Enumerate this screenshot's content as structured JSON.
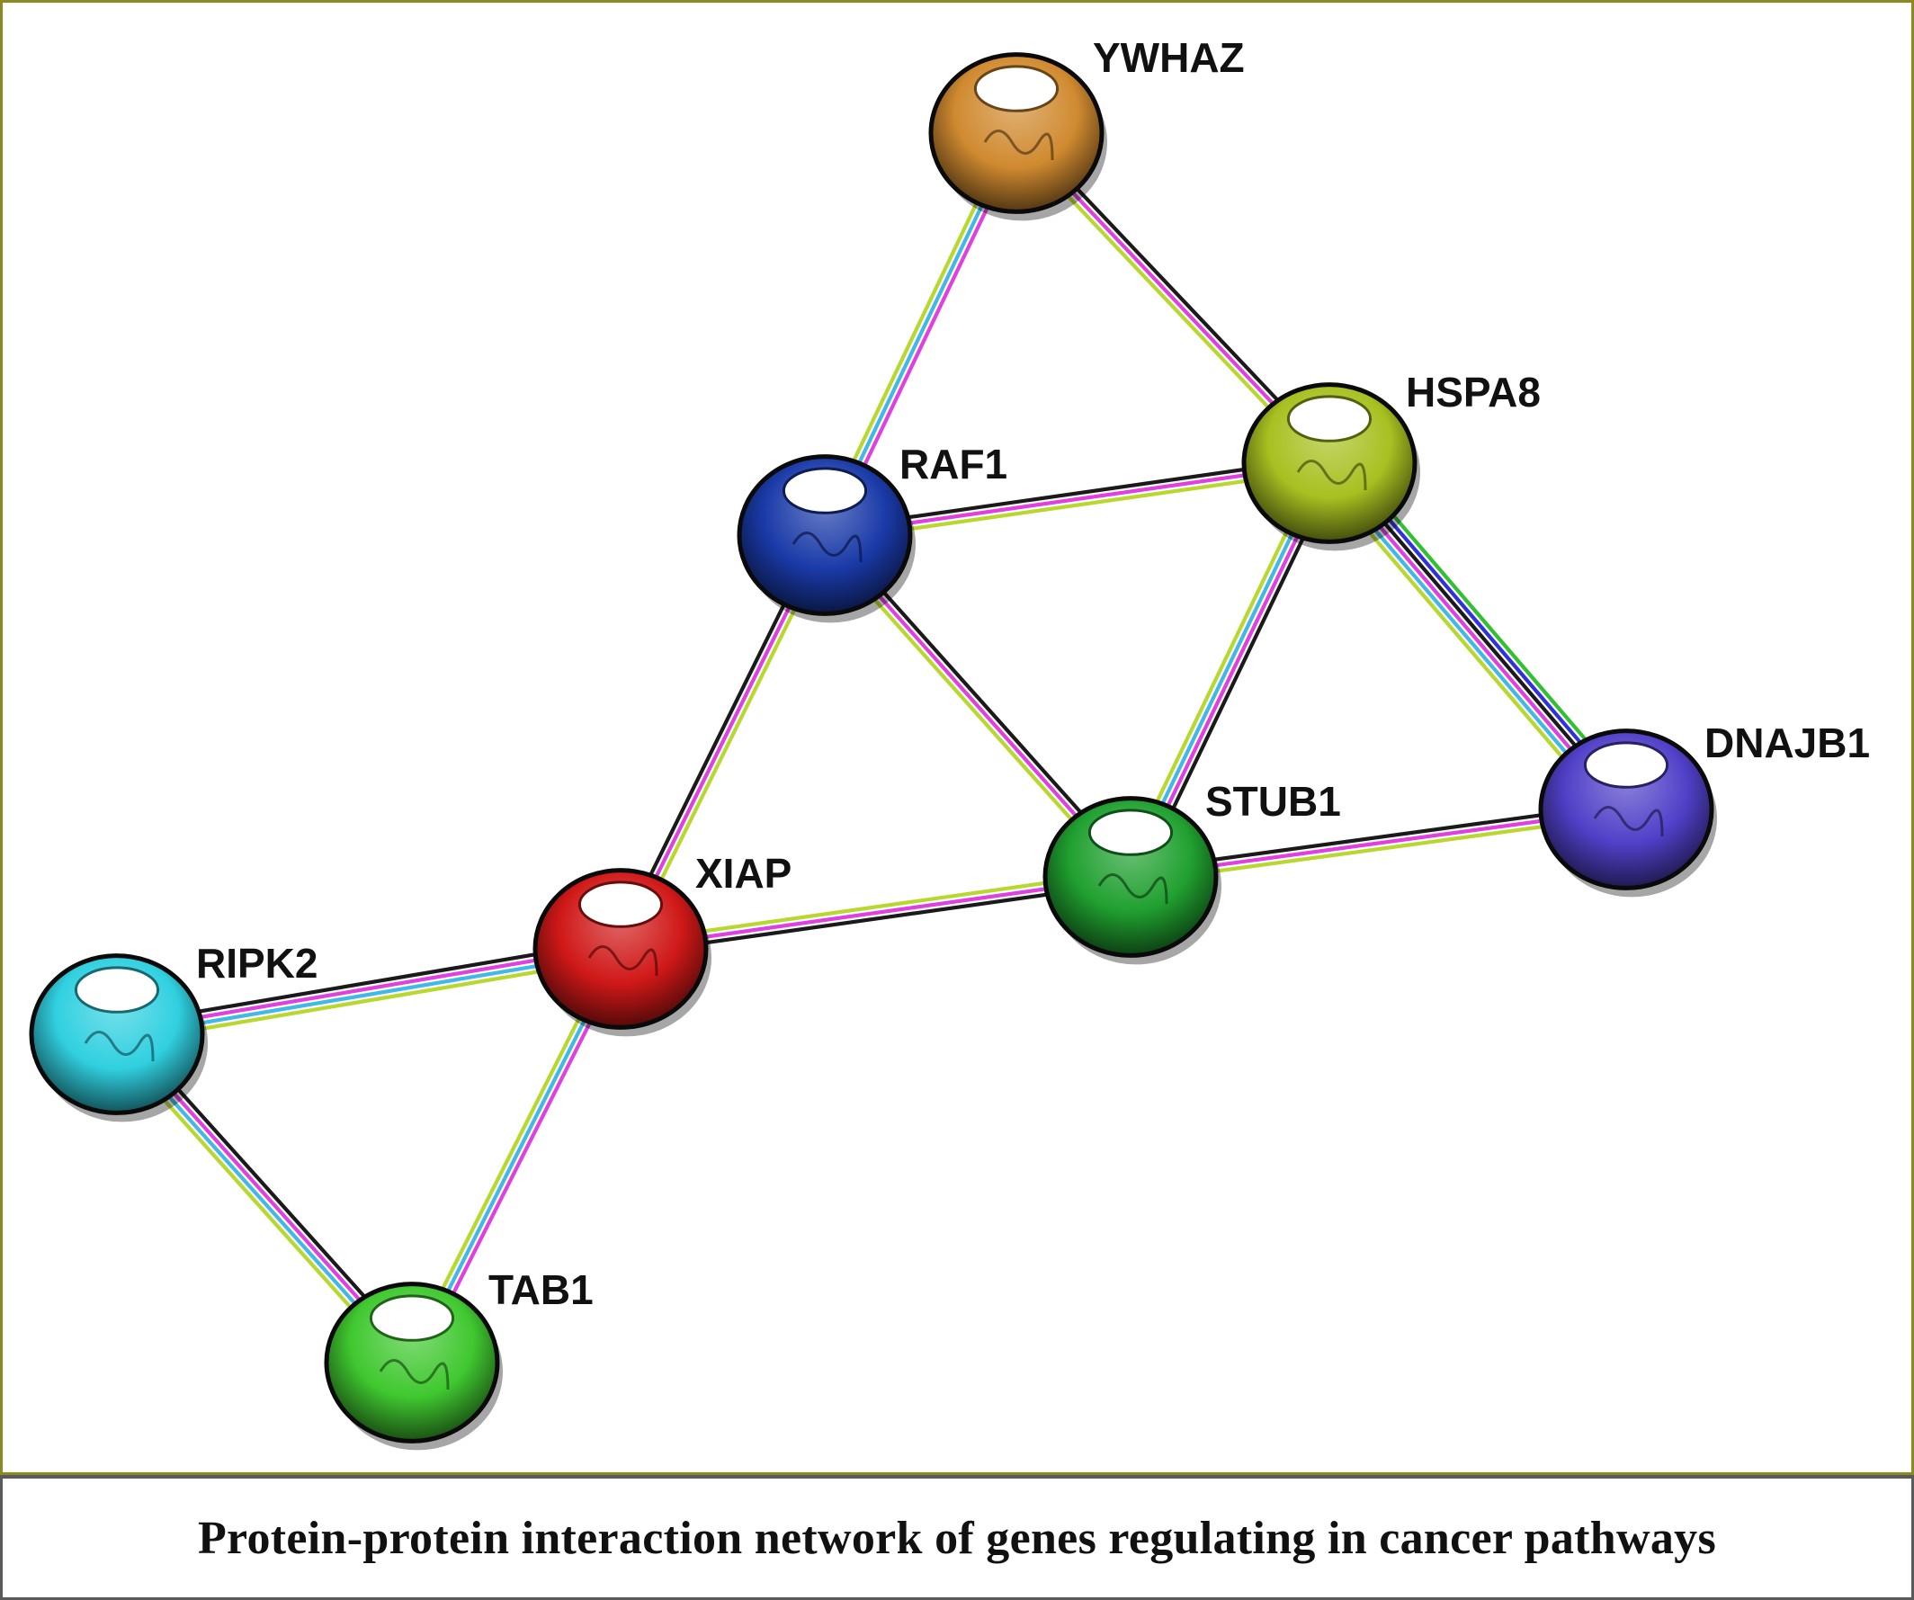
{
  "caption": "Protein-protein interaction network of genes regulating in cancer pathways",
  "edge_colors": {
    "black": "#1a1a1a",
    "magenta": "#e040e0",
    "cyan": "#40b8e8",
    "yellowgreen": "#b8d830",
    "blue": "#3030e0",
    "green": "#30c030"
  },
  "nodes": [
    {
      "id": "YWHAZ",
      "label": "YWHAZ",
      "color": "#d08a30"
    },
    {
      "id": "HSPA8",
      "label": "HSPA8",
      "color": "#a8c020"
    },
    {
      "id": "RAF1",
      "label": "RAF1",
      "color": "#1a3aa8"
    },
    {
      "id": "DNAJB1",
      "label": "DNAJB1",
      "color": "#5040c8"
    },
    {
      "id": "STUB1",
      "label": "STUB1",
      "color": "#20a030"
    },
    {
      "id": "XIAP",
      "label": "XIAP",
      "color": "#d01818"
    },
    {
      "id": "RIPK2",
      "label": "RIPK2",
      "color": "#30d0e0"
    },
    {
      "id": "TAB1",
      "label": "TAB1",
      "color": "#40c830"
    }
  ],
  "edges": [
    {
      "source": "YWHAZ",
      "target": "RAF1",
      "colors": [
        "magenta",
        "cyan",
        "yellowgreen"
      ]
    },
    {
      "source": "YWHAZ",
      "target": "HSPA8",
      "colors": [
        "black",
        "magenta",
        "yellowgreen"
      ]
    },
    {
      "source": "RAF1",
      "target": "HSPA8",
      "colors": [
        "black",
        "magenta",
        "yellowgreen"
      ]
    },
    {
      "source": "RAF1",
      "target": "XIAP",
      "colors": [
        "yellowgreen",
        "magenta",
        "black"
      ]
    },
    {
      "source": "RAF1",
      "target": "STUB1",
      "colors": [
        "black",
        "magenta",
        "yellowgreen"
      ]
    },
    {
      "source": "HSPA8",
      "target": "STUB1",
      "colors": [
        "black",
        "magenta",
        "cyan",
        "yellowgreen"
      ]
    },
    {
      "source": "HSPA8",
      "target": "DNAJB1",
      "colors": [
        "green",
        "blue",
        "black",
        "magenta",
        "cyan",
        "yellowgreen"
      ]
    },
    {
      "source": "STUB1",
      "target": "DNAJB1",
      "colors": [
        "black",
        "magenta",
        "yellowgreen"
      ]
    },
    {
      "source": "XIAP",
      "target": "STUB1",
      "colors": [
        "yellowgreen",
        "magenta",
        "black"
      ]
    },
    {
      "source": "RIPK2",
      "target": "XIAP",
      "colors": [
        "black",
        "magenta",
        "cyan",
        "yellowgreen"
      ]
    },
    {
      "source": "XIAP",
      "target": "TAB1",
      "colors": [
        "magenta",
        "cyan",
        "yellowgreen"
      ]
    },
    {
      "source": "RIPK2",
      "target": "TAB1",
      "colors": [
        "black",
        "magenta",
        "cyan",
        "yellowgreen"
      ]
    }
  ]
}
